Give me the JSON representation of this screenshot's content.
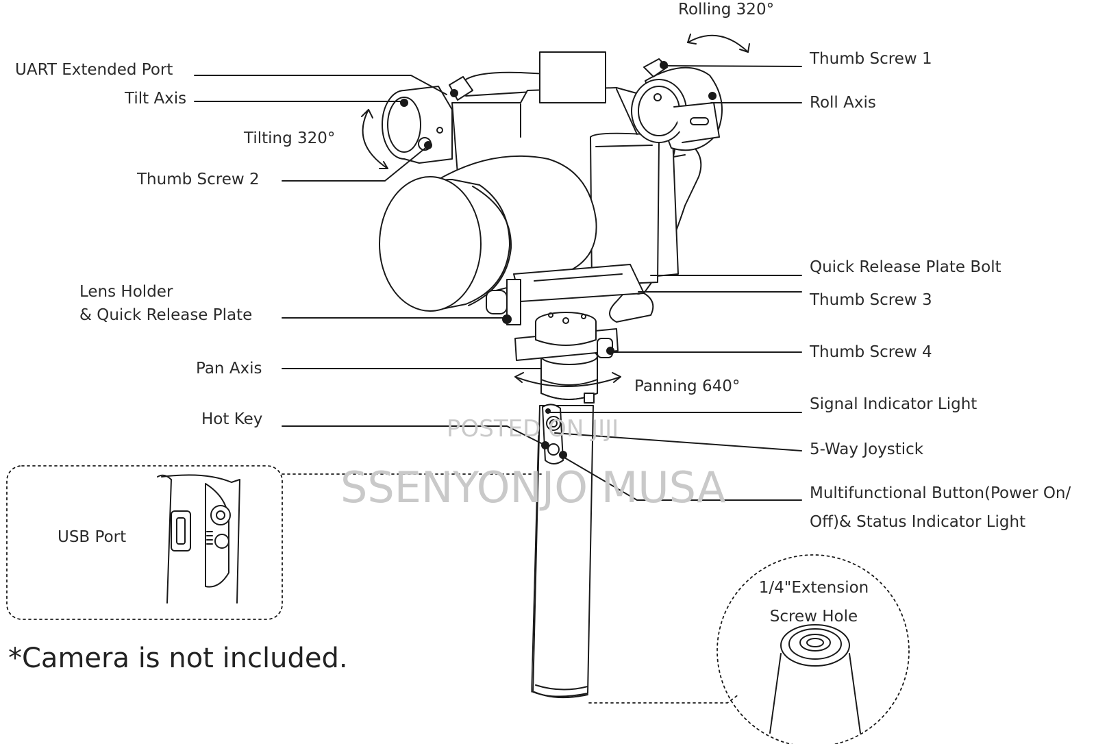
{
  "labels": {
    "rolling": "Rolling 320°",
    "uart": "UART Extended Port",
    "tilt_axis": "Tilt Axis",
    "tilting": "Tilting 320°",
    "thumb_screw_2": "Thumb Screw 2",
    "thumb_screw_1": "Thumb Screw 1",
    "roll_axis": "Roll Axis",
    "lens_holder_line1": "Lens Holder",
    "lens_holder_line2": "& Quick Release Plate",
    "qr_plate_bolt": "Quick Release Plate Bolt",
    "thumb_screw_3": "Thumb Screw 3",
    "pan_axis": "Pan Axis",
    "thumb_screw_4": "Thumb Screw 4",
    "panning": "Panning 640°",
    "signal_light": "Signal Indicator Light",
    "hot_key": "Hot Key",
    "joystick": "5-Way Joystick",
    "multi_button_line1": "Multifunctional Button(Power On/",
    "multi_button_line2": "Off)& Status Indicator Light",
    "usb_port": "USB Port",
    "extension_line1": "1/4\"Extension",
    "extension_line2": "Screw Hole"
  },
  "footnote": "*Camera is not included.",
  "watermark": {
    "line1": "POSTED ON JIJI",
    "line2": "SSENYONJO MUSA"
  },
  "colors": {
    "line": "#1a1a1a",
    "text": "#2b2b2b",
    "watermark": "#c9c9c9",
    "background": "#ffffff"
  }
}
